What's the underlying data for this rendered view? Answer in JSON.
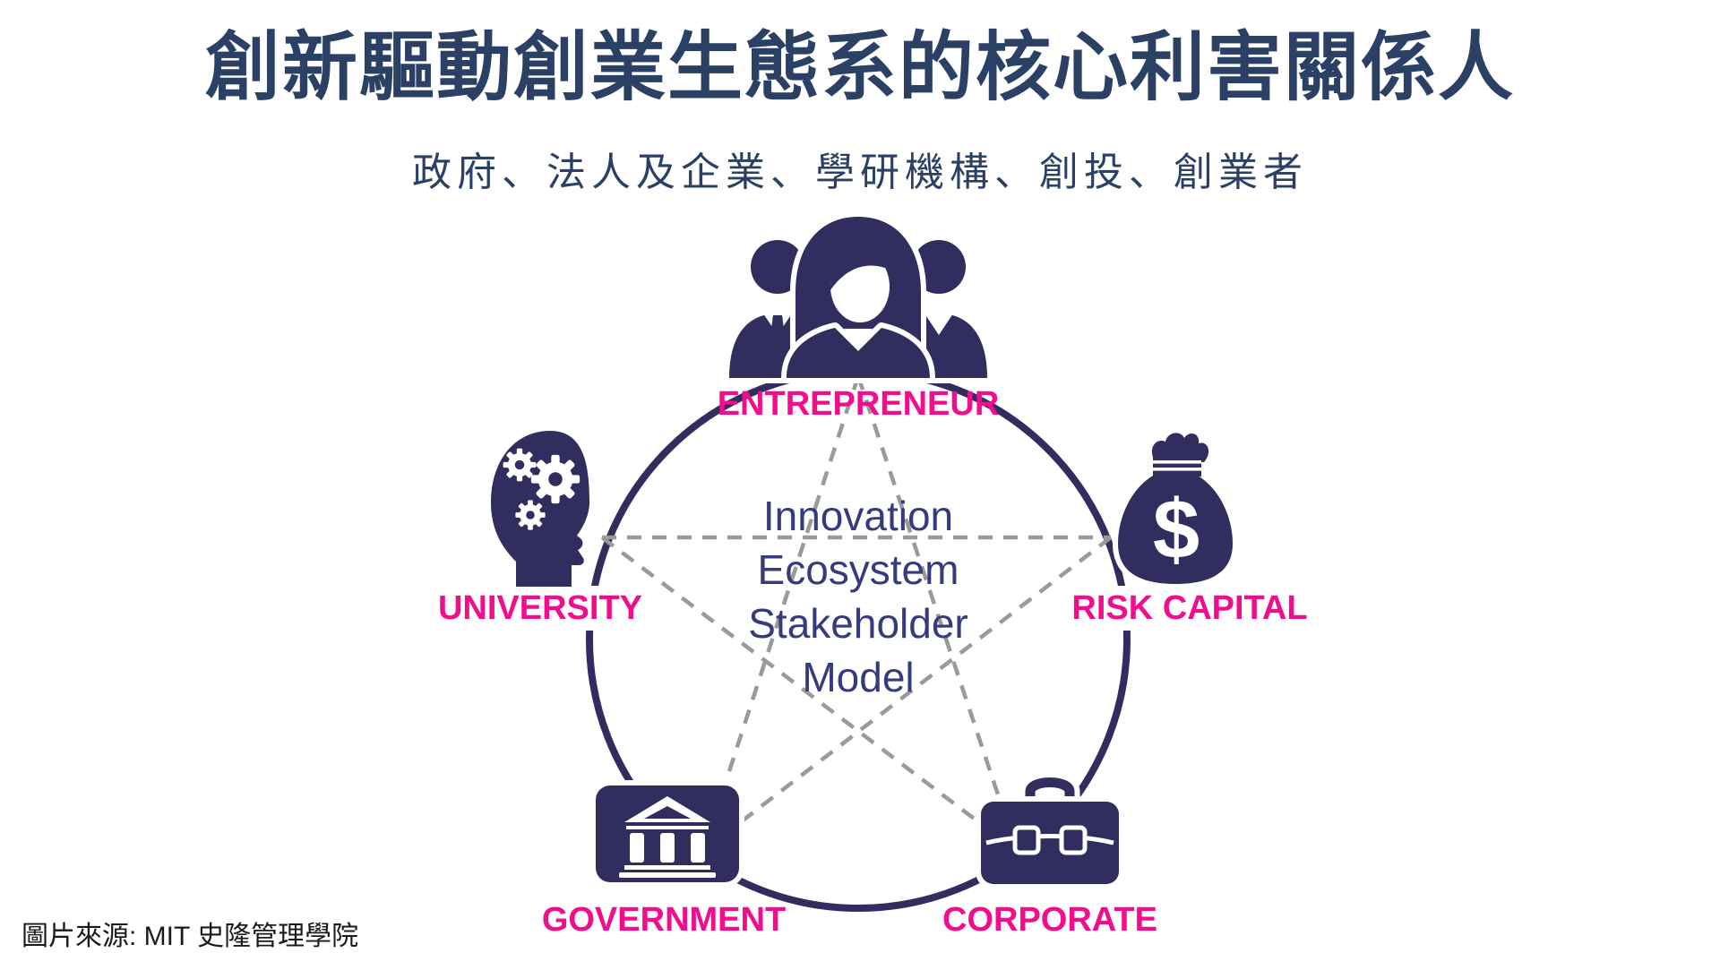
{
  "colors": {
    "navy": "#312E5F",
    "pink": "#F20D8C",
    "dash_gray": "#9A9A9A",
    "title_navy": "#2B4065",
    "center_navy": "#353B7D",
    "caption_color": "#1A1A1A"
  },
  "header": {
    "title": "創新驅動創業生態系的核心利害關係人",
    "subtitle": "政府、法人及企業、學研機構、創投、創業者"
  },
  "diagram": {
    "center_label": {
      "line1": "Innovation",
      "line2": "Ecosystem",
      "line3": "Stakeholder",
      "line4": "Model"
    },
    "nodes": {
      "entrepreneur": {
        "label": "ENTREPRENEUR",
        "icon": "team-people-icon"
      },
      "university": {
        "label": "UNIVERSITY",
        "icon": "head-with-gears-icon"
      },
      "risk_capital": {
        "label": "RISK CAPITAL",
        "icon": "money-bag-dollar-icon"
      },
      "government": {
        "label": "GOVERNMENT",
        "icon": "bank-building-icon"
      },
      "corporate": {
        "label": "CORPORATE",
        "icon": "briefcase-icon"
      }
    },
    "money_symbol": "$"
  },
  "footer": {
    "caption": "圖片來源: MIT 史隆管理學院"
  }
}
